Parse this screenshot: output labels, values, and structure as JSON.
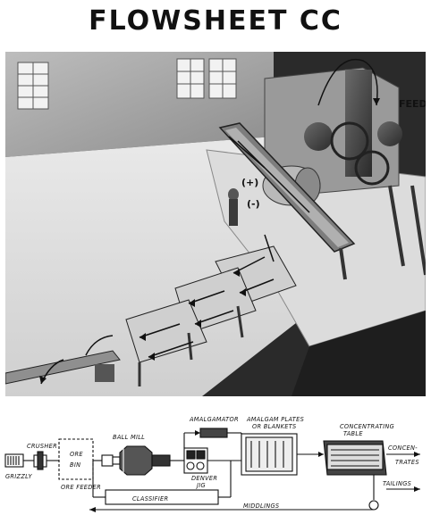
{
  "title": "FLOWSHEET CC",
  "photo": {
    "feed_label": "FEED",
    "plus_label": "(+)",
    "minus_label": "(-)"
  },
  "flow": {
    "crusher": "CRUSHER",
    "grizzly": "GRIZZLY",
    "ore_bin_line1": "ORE",
    "ore_bin_line2": "BIN",
    "ore_feeder": "ORE FEEDER",
    "ball_mill": "BALL MILL",
    "amalgamator": "AMALGAMATOR",
    "plates_line1": "AMALGAM PLATES",
    "plates_line2": "OR BLANKETS",
    "jig_line1": "DENVER",
    "jig_line2": "JIG",
    "table_line1": "CONCENTRATING",
    "table_line2": "TABLE",
    "conc_line1": "CONCEN-",
    "conc_line2": "TRATES",
    "tailings": "TAILINGS",
    "classifier": "CLASSIFIER",
    "middlings": "MIDDLINGS"
  }
}
